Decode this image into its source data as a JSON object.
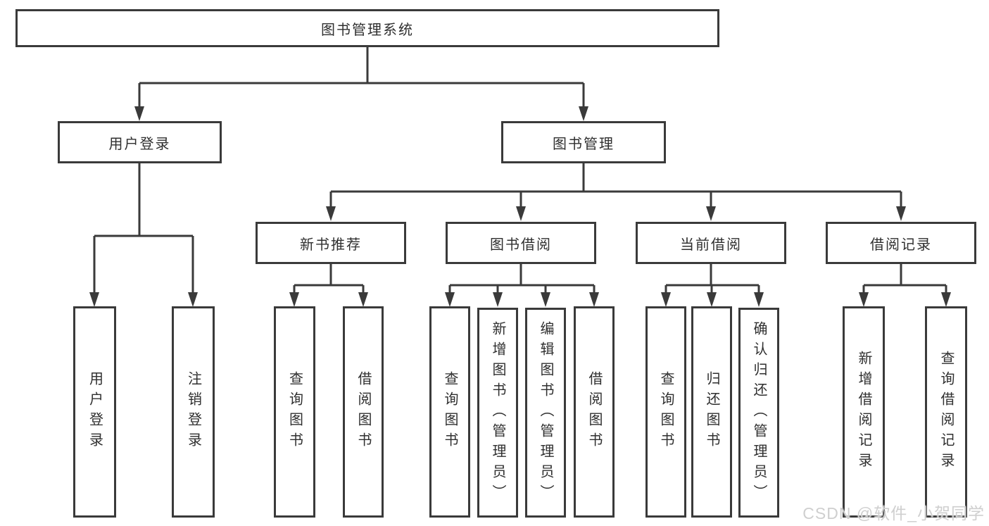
{
  "watermark": "CSDN @软件_小贺同学",
  "colors": {
    "line": "#3a3a3a",
    "box_border": "#3a3a3a",
    "text": "#2f2f2f",
    "background": "#ffffff",
    "watermark": "#cfcfcf"
  },
  "nodes": {
    "root": {
      "label": "图书管理系统"
    },
    "branches": [
      {
        "label": "用户登录",
        "children": [
          {
            "label": "用户登录"
          },
          {
            "label": "注销登录"
          }
        ]
      },
      {
        "label": "图书管理",
        "children": [
          {
            "label": "新书推荐",
            "children": [
              {
                "label": "查询图书"
              },
              {
                "label": "借阅图书"
              }
            ]
          },
          {
            "label": "图书借阅",
            "children": [
              {
                "label": "查询图书"
              },
              {
                "label": "新增图书（管理员）"
              },
              {
                "label": "编辑图书（管理员）"
              },
              {
                "label": "借阅图书"
              }
            ]
          },
          {
            "label": "当前借阅",
            "children": [
              {
                "label": "查询图书"
              },
              {
                "label": "归还图书"
              },
              {
                "label": "确认归还（管理员）"
              }
            ]
          },
          {
            "label": "借阅记录",
            "children": [
              {
                "label": "新增借阅记录"
              },
              {
                "label": "查询借阅记录"
              }
            ]
          }
        ]
      }
    ]
  }
}
